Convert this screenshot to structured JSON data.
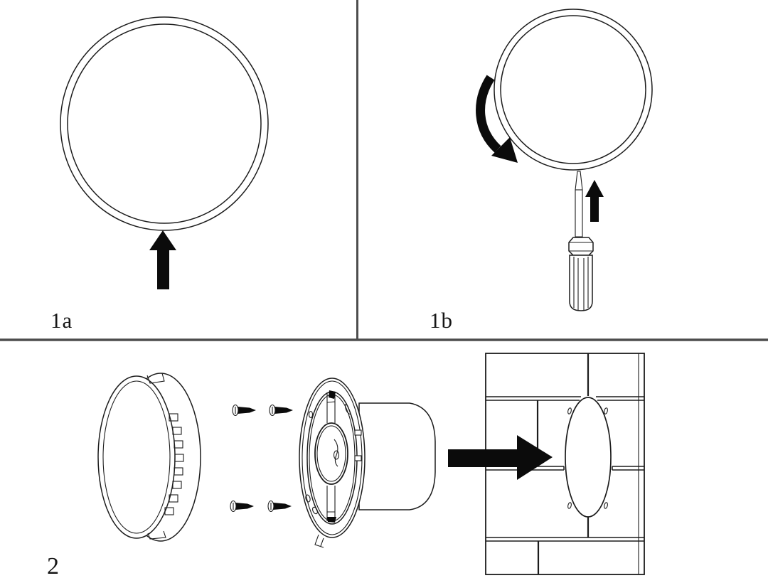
{
  "figure": {
    "type": "instruction-diagram",
    "background_color": "#ffffff",
    "stroke_color": "#1c1c1c",
    "ink_color": "#0b0b0b",
    "divider_color": "#4d4d4d",
    "panels": [
      {
        "label": "1a"
      },
      {
        "label": "1b"
      },
      {
        "label": "2"
      }
    ]
  }
}
